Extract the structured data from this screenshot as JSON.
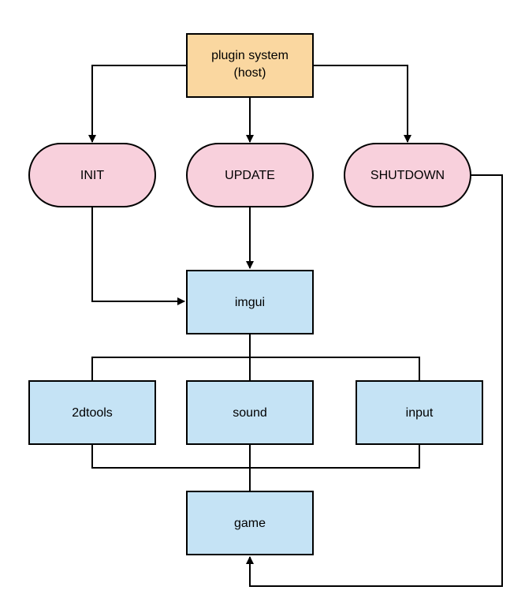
{
  "colors": {
    "host_fill": "#fad7a0",
    "event_fill": "#f8d0dc",
    "module_fill": "#c5e3f5",
    "stroke": "#000000",
    "background": "#ffffff"
  },
  "nodes": {
    "host": {
      "line1": "plugin system",
      "line2": "(host)"
    },
    "init": {
      "label": "INIT"
    },
    "update": {
      "label": "UPDATE"
    },
    "shutdown": {
      "label": "SHUTDOWN"
    },
    "imgui": {
      "label": "imgui"
    },
    "tools2d": {
      "label": "2dtools"
    },
    "sound": {
      "label": "sound"
    },
    "input": {
      "label": "input"
    },
    "game": {
      "label": "game"
    }
  }
}
